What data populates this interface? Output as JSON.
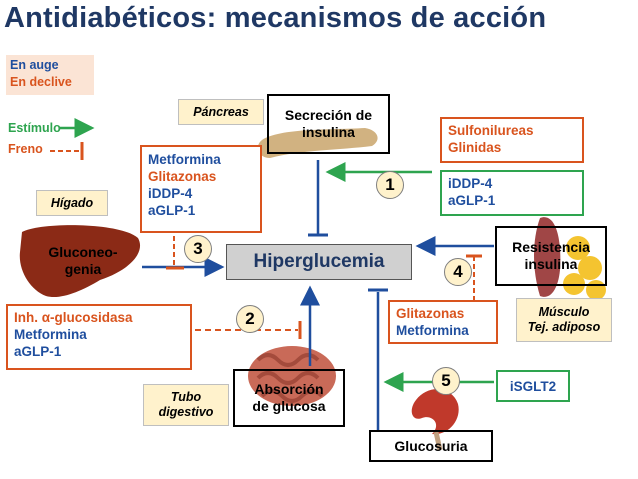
{
  "title": "Antidiabéticos: mecanismos de acción",
  "legend": {
    "en_auge": "En auge",
    "en_declive": "En declive",
    "estimulo": "Estímulo",
    "freno": "Freno"
  },
  "colors": {
    "title": "#1f3864",
    "red": "#d9541e",
    "blue": "#1f4e9e",
    "green": "#2ea44f",
    "tag_bg": "#fff2cc",
    "auge_bg": "#fbe4d5",
    "hyper_bg": "#d0d0d0"
  },
  "tags": {
    "pancreas": "Páncreas",
    "higado": "Hígado",
    "musculo": "Músculo",
    "tejido": "Tej. adiposo",
    "tubo_1": "Tubo",
    "tubo_2": "digestivo"
  },
  "nodes": {
    "secrecion_1": "Secreción de",
    "secrecion_2": "insulina",
    "gluconeo_1": "Gluconeo-",
    "gluconeo_2": "genia",
    "hiperglucemia": "Hiperglucemia",
    "resistencia_1": "Resistencia",
    "resistencia_2": "insulina",
    "absorcion_1": "Absorción",
    "absorcion_2": "de glucosa",
    "glucosuria": "Glucosuria"
  },
  "drugs": {
    "sulfonilureas": "Sulfonilureas",
    "glinidas": "Glinidas",
    "iddp4_green": "iDDP-4",
    "aglp1_green": "aGLP-1",
    "metformina_hep": "Metformina",
    "glitazonas_hep": "Glitazonas",
    "iddp4_hep": "iDDP-4",
    "aglp1_hep": "aGLP-1",
    "inh_alpha": "Inh. α-glucosidasa",
    "metformina_gut": "Metformina",
    "aglp1_gut": "aGLP-1",
    "glitazonas_res": "Glitazonas",
    "metformina_res": "Metformina",
    "isglt2": "iSGLT2"
  },
  "numbers": {
    "n1": "1",
    "n2": "2",
    "n3": "3",
    "n4": "4",
    "n5": "5"
  }
}
